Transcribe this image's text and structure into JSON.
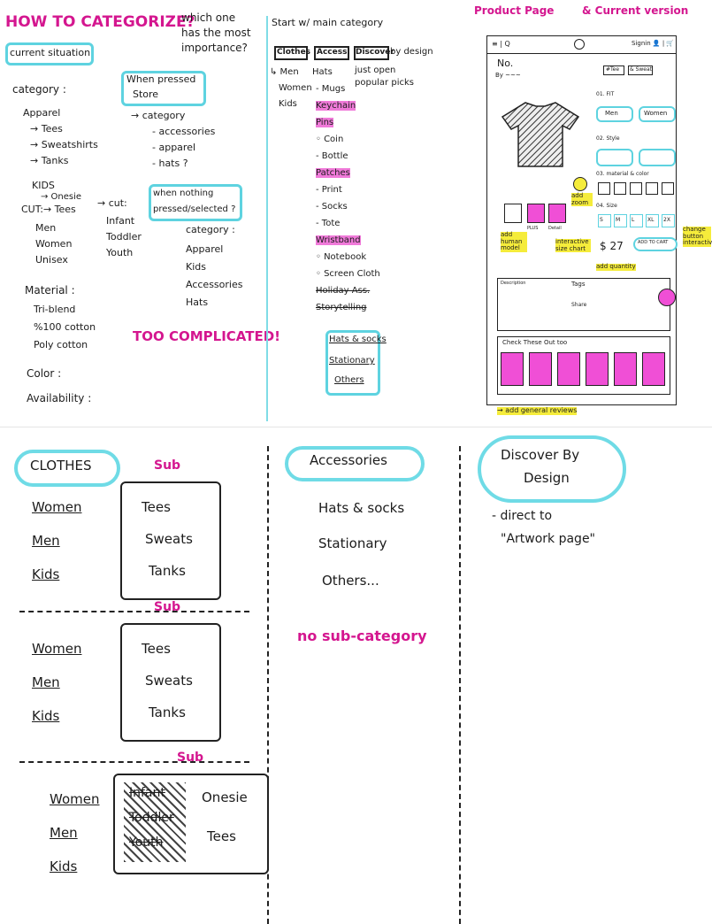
{
  "q1": {
    "title": "HOW TO CATEGORIZE?",
    "question": [
      "which one",
      "has the most",
      "importance?"
    ],
    "current_situation": "current situation",
    "category_label": "category :",
    "category_items": [
      "Apparel",
      "→ Tees",
      "→ Sweatshirts",
      "→ Tanks"
    ],
    "kids_label": "KIDS",
    "onesie": "→ Onesie",
    "cut_label": "CUT:→ Tees",
    "cut_list": [
      "Men",
      "Women",
      "Unisex"
    ],
    "cut2": [
      "→ cut:",
      "Infant",
      "Toddler",
      "Youth"
    ],
    "when_pressed_store": [
      "When pressed",
      "Store"
    ],
    "store_list": [
      "→ category",
      "- accessories",
      "- apparel",
      "- hats ?"
    ],
    "when_nothing": [
      "when nothing",
      "pressed/selected ?"
    ],
    "nothing_list": [
      "category :",
      "Apparel",
      "Kids",
      "Accessories",
      "Hats"
    ],
    "material_label": "Material :",
    "material_list": [
      "Tri-blend",
      "%100 cotton",
      "Poly cotton"
    ],
    "color_label": "Color :",
    "availability_label": "Availability :",
    "too_complicated": "TOO COMPLICATED!"
  },
  "q2": {
    "heading": "Start w/ main category",
    "tabs": [
      "Clothes",
      "Access.",
      "Discover"
    ],
    "by_design": "by design",
    "clothes_list": [
      "↳ Men",
      "Women",
      "Kids"
    ],
    "access_list": [
      "Hats",
      "- Mugs",
      "Keychain",
      "Pins",
      "◦ Coin",
      "- Bottle",
      "Patches",
      "- Print",
      "- Socks",
      "- Tote",
      "Wristband",
      "◦ Notebook",
      "◦ Screen Cloth",
      "Holiday Ass.",
      "Storytelling"
    ],
    "discover_note": [
      "just open",
      "popular picks"
    ],
    "merged_box": [
      "Hats & socks",
      "Stationary",
      "Others"
    ]
  },
  "q3": {
    "title": "Product Page",
    "subtitle": "& Current version",
    "nav_left": "≡ | Q",
    "nav_right": "Signin 👤 | 🛒",
    "product_no": "No.",
    "by_line": "By ~~~",
    "tags": [
      "#Tee",
      "& Sweat"
    ],
    "fit_label": "01. FIT",
    "fit_options": [
      "Men",
      "Women"
    ],
    "style_label": "02. Style",
    "material_label": "03. material & color",
    "size_label": "04. Size",
    "sizes": [
      "S",
      "M",
      "L",
      "XL",
      "2X"
    ],
    "thumb_labels": [
      "PLUS",
      "Detail"
    ],
    "price": "$ 27",
    "add_to_cart": "ADD TO CART",
    "notes": {
      "add_zoom": "add zoom",
      "add_human_model": "add human model",
      "interactive_size_chart": "interactive size chart",
      "add_quantity": "add quantity",
      "change_button": "change button interactivity",
      "add_general_reviews": "→ add general reviews"
    },
    "info_cols": [
      "Description",
      "Tags",
      "Share"
    ],
    "check_these": "Check These Out too"
  },
  "q4": {
    "clothes": "CLOTHES",
    "accessories": "Accessories",
    "discover": [
      "Discover By",
      "Design"
    ],
    "sub": "Sub",
    "groups": [
      {
        "left": [
          "Women",
          "Men",
          "Kids"
        ],
        "right": [
          "Tees",
          "Sweats",
          "Tanks"
        ]
      },
      {
        "left": [
          "Women",
          "Men",
          "Kids"
        ],
        "right": [
          "Tees",
          "Sweats",
          "Tanks"
        ]
      },
      {
        "left": [
          "Women",
          "Men",
          "Kids"
        ],
        "right": [
          "Onesie",
          "Tees"
        ],
        "crossed": [
          "Infant",
          "Toddler",
          "Youth"
        ]
      }
    ],
    "accessories_list": [
      "Hats & socks",
      "Stationary",
      "Others..."
    ],
    "no_sub": "no sub-category",
    "discover_note": [
      "- direct to",
      "\"Artwork page\""
    ]
  }
}
